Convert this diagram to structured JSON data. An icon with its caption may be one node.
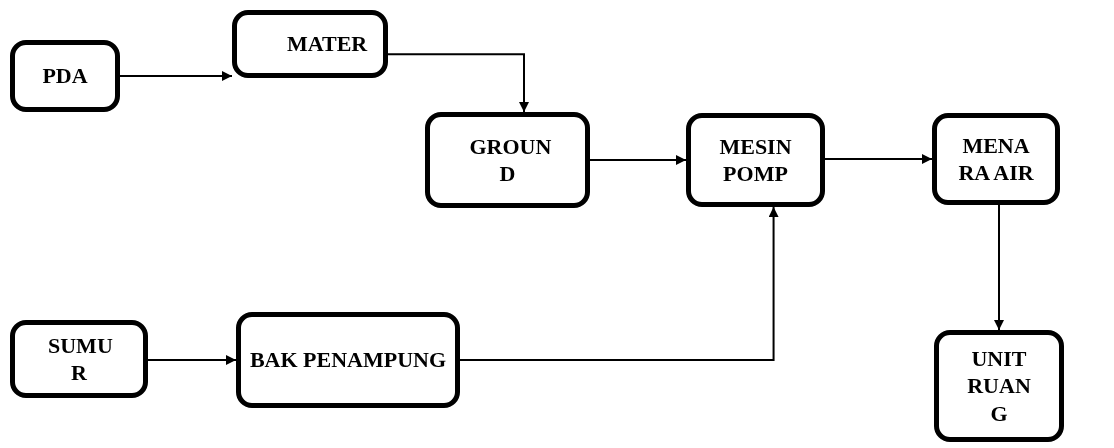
{
  "diagram": {
    "nodes": [
      {
        "text": [
          "PDA"
        ]
      },
      {
        "text": [
          "MATER"
        ]
      },
      {
        "text": [
          "GROUN D"
        ]
      },
      {
        "text": [
          "MESIN POMP"
        ]
      },
      {
        "text": [
          "MENA RA AIR"
        ]
      },
      {
        "text": [
          "SUMU R"
        ]
      },
      {
        "text": [
          "BAK PENAMPUNG"
        ]
      },
      {
        "text": [
          "UNIT RUAN G"
        ]
      }
    ],
    "edges": [
      {
        "from": 0,
        "to": 1,
        "arrow": "to"
      },
      {
        "from": 1,
        "to": 2,
        "arrow": "to"
      },
      {
        "from": 2,
        "to": 3,
        "arrow": "to"
      },
      {
        "from": 6,
        "to": 3,
        "arrow": "to"
      },
      {
        "from": 3,
        "to": 4,
        "arrow": "to"
      },
      {
        "from": 5,
        "to": 6,
        "arrow": "to"
      },
      {
        "from": 4,
        "to": 7,
        "arrow": "to"
      }
    ]
  }
}
